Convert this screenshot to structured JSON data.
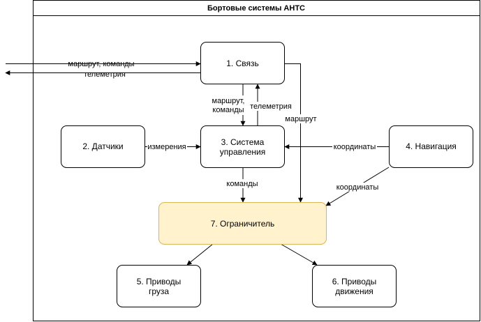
{
  "title": "Бортовые системы АНТС",
  "nodes": {
    "svyaz": "1. Связь",
    "datchiki": "2. Датчики",
    "sistema": [
      "3. Система",
      "управления"
    ],
    "navigatsiya": "4. Навигация",
    "privody_gruza": [
      "5. Приводы",
      "груза"
    ],
    "privody_dvizheniya": [
      "6. Приводы",
      "движения"
    ],
    "ogranichitel": "7. Ограничитель"
  },
  "edges": {
    "ext_in": "маршрут, команды",
    "ext_out": "телеметрия",
    "svyaz_to_su": [
      "маршрут,",
      "команды"
    ],
    "su_to_svyaz": "телеметрия",
    "svyaz_to_limiter": "маршрут",
    "datchiki_to_su": "измерения",
    "nav_to_su": "координаты",
    "nav_to_limiter": "координаты",
    "su_to_limiter": "команды"
  },
  "colors": {
    "limiter_fill": "#fff2cc",
    "limiter_stroke": "#d6b656",
    "line": "#000000"
  }
}
